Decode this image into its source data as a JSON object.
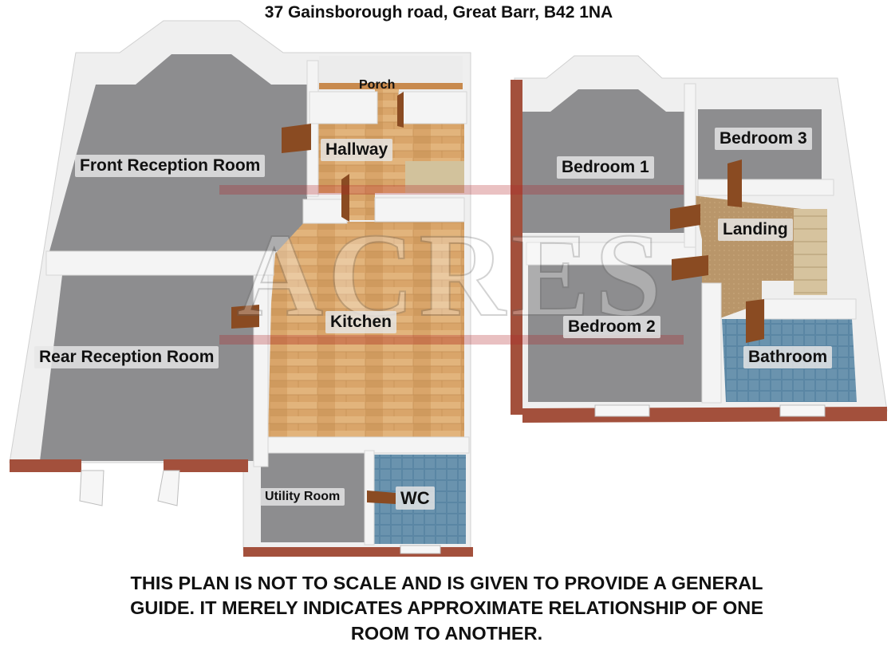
{
  "title": "37 Gainsborough road, Great Barr, B42 1NA",
  "watermark": "ACRES",
  "rooms": {
    "porch": "Porch",
    "hallway": "Hallway",
    "front_reception": "Front Reception Room",
    "kitchen": "Kitchen",
    "rear_reception": "Rear Reception Room",
    "utility": "Utility Room",
    "wc": "WC",
    "bedroom1": "Bedroom 1",
    "bedroom2": "Bedroom 2",
    "bedroom3": "Bedroom 3",
    "landing": "Landing",
    "bathroom": "Bathroom"
  },
  "disclaimer": [
    "THIS PLAN IS NOT TO SCALE AND IS GIVEN TO PROVIDE A GENERAL",
    "GUIDE. IT MERELY INDICATES APPROXIMATE RELATIONSHIP OF ONE",
    "ROOM TO ANOTHER."
  ],
  "colors": {
    "floor_grey": "#8d8d8f",
    "wall": "#f1f1f1",
    "brick": "#a3503c",
    "wood": "#d9a86b",
    "carpet": "#b8956a",
    "tile": "#5b86a3",
    "door": "#8a4b22",
    "watermark": "#b31f24"
  }
}
